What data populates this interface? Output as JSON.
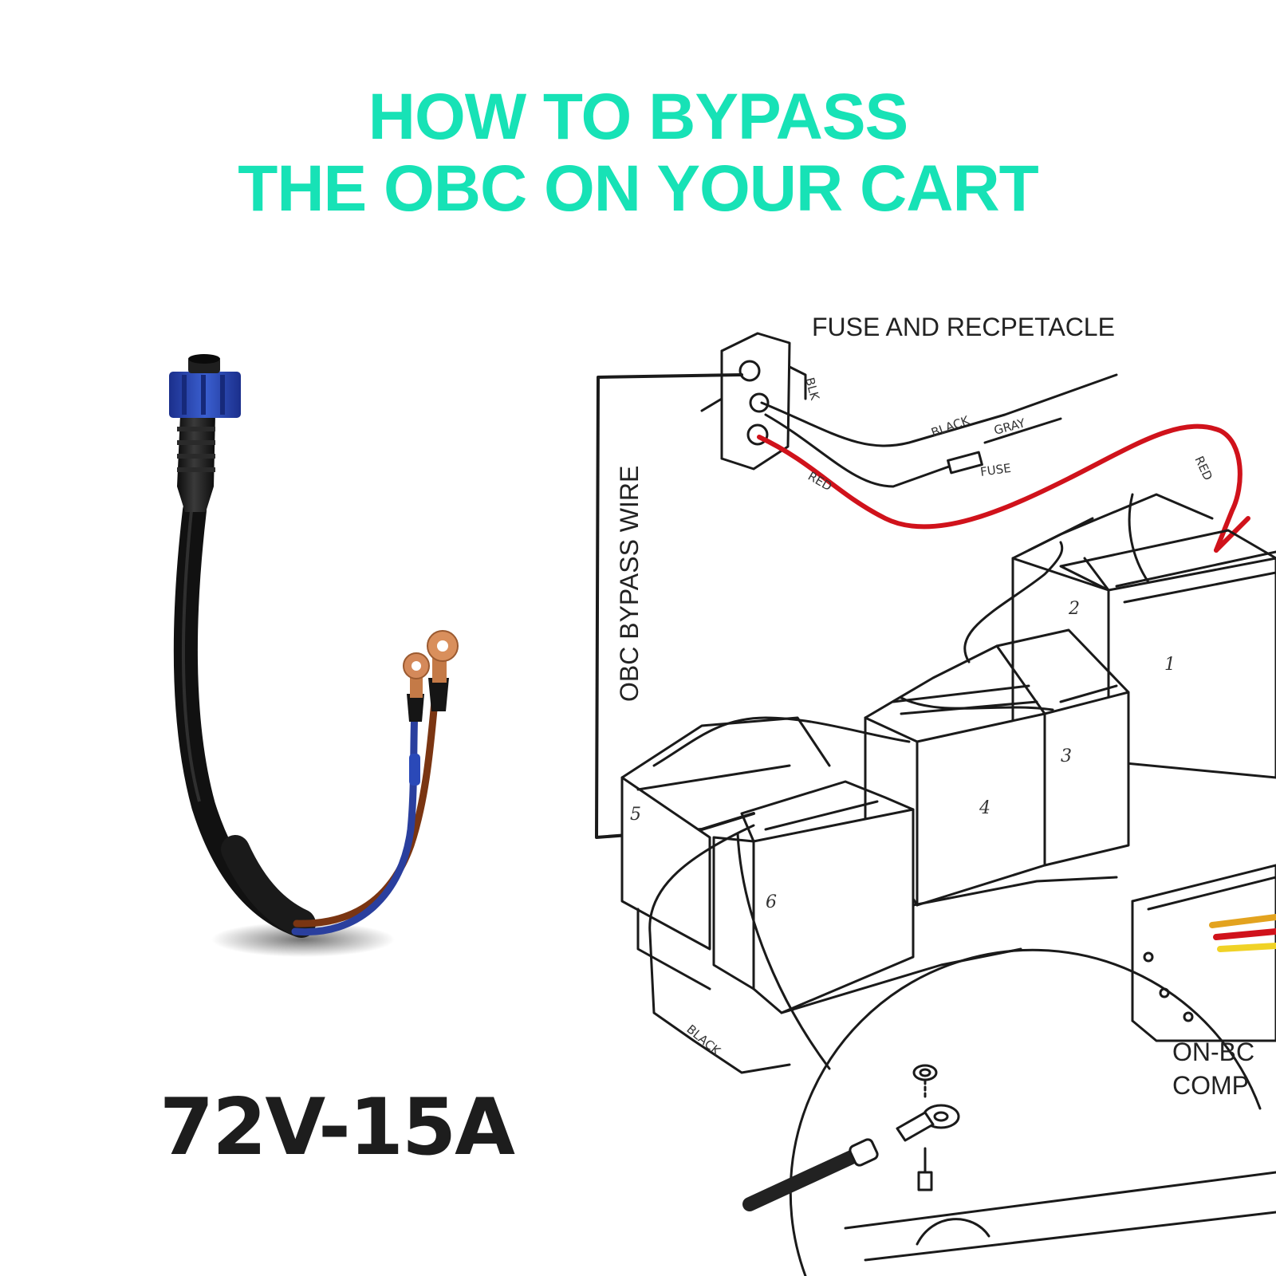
{
  "title": {
    "line1": "HOW TO BYPASS",
    "line2": "THE OBC ON YOUR CART"
  },
  "product": {
    "spec": "72V-15A"
  },
  "diagram": {
    "labels": {
      "fuse_receptacle": "FUSE AND RECPETACLE",
      "obc_bypass_wire": "OBC BYPASS WIRE",
      "onbc_line1": "ON-BC",
      "onbc_line2": "COMP"
    },
    "wire_labels": {
      "black_top": "BLACK",
      "gray": "GRAY",
      "fuse": "FUSE",
      "red_left": "RED",
      "red_right": "RED",
      "black_bottom": "BLACK",
      "blk_small": "BLK"
    },
    "batteries": [
      "1",
      "2",
      "3",
      "4",
      "5",
      "6"
    ]
  },
  "colors": {
    "title": "#17e2b6",
    "red_wire": "#d0121b",
    "connector_blue": "#2a49b8",
    "copper": "#d4895a"
  }
}
